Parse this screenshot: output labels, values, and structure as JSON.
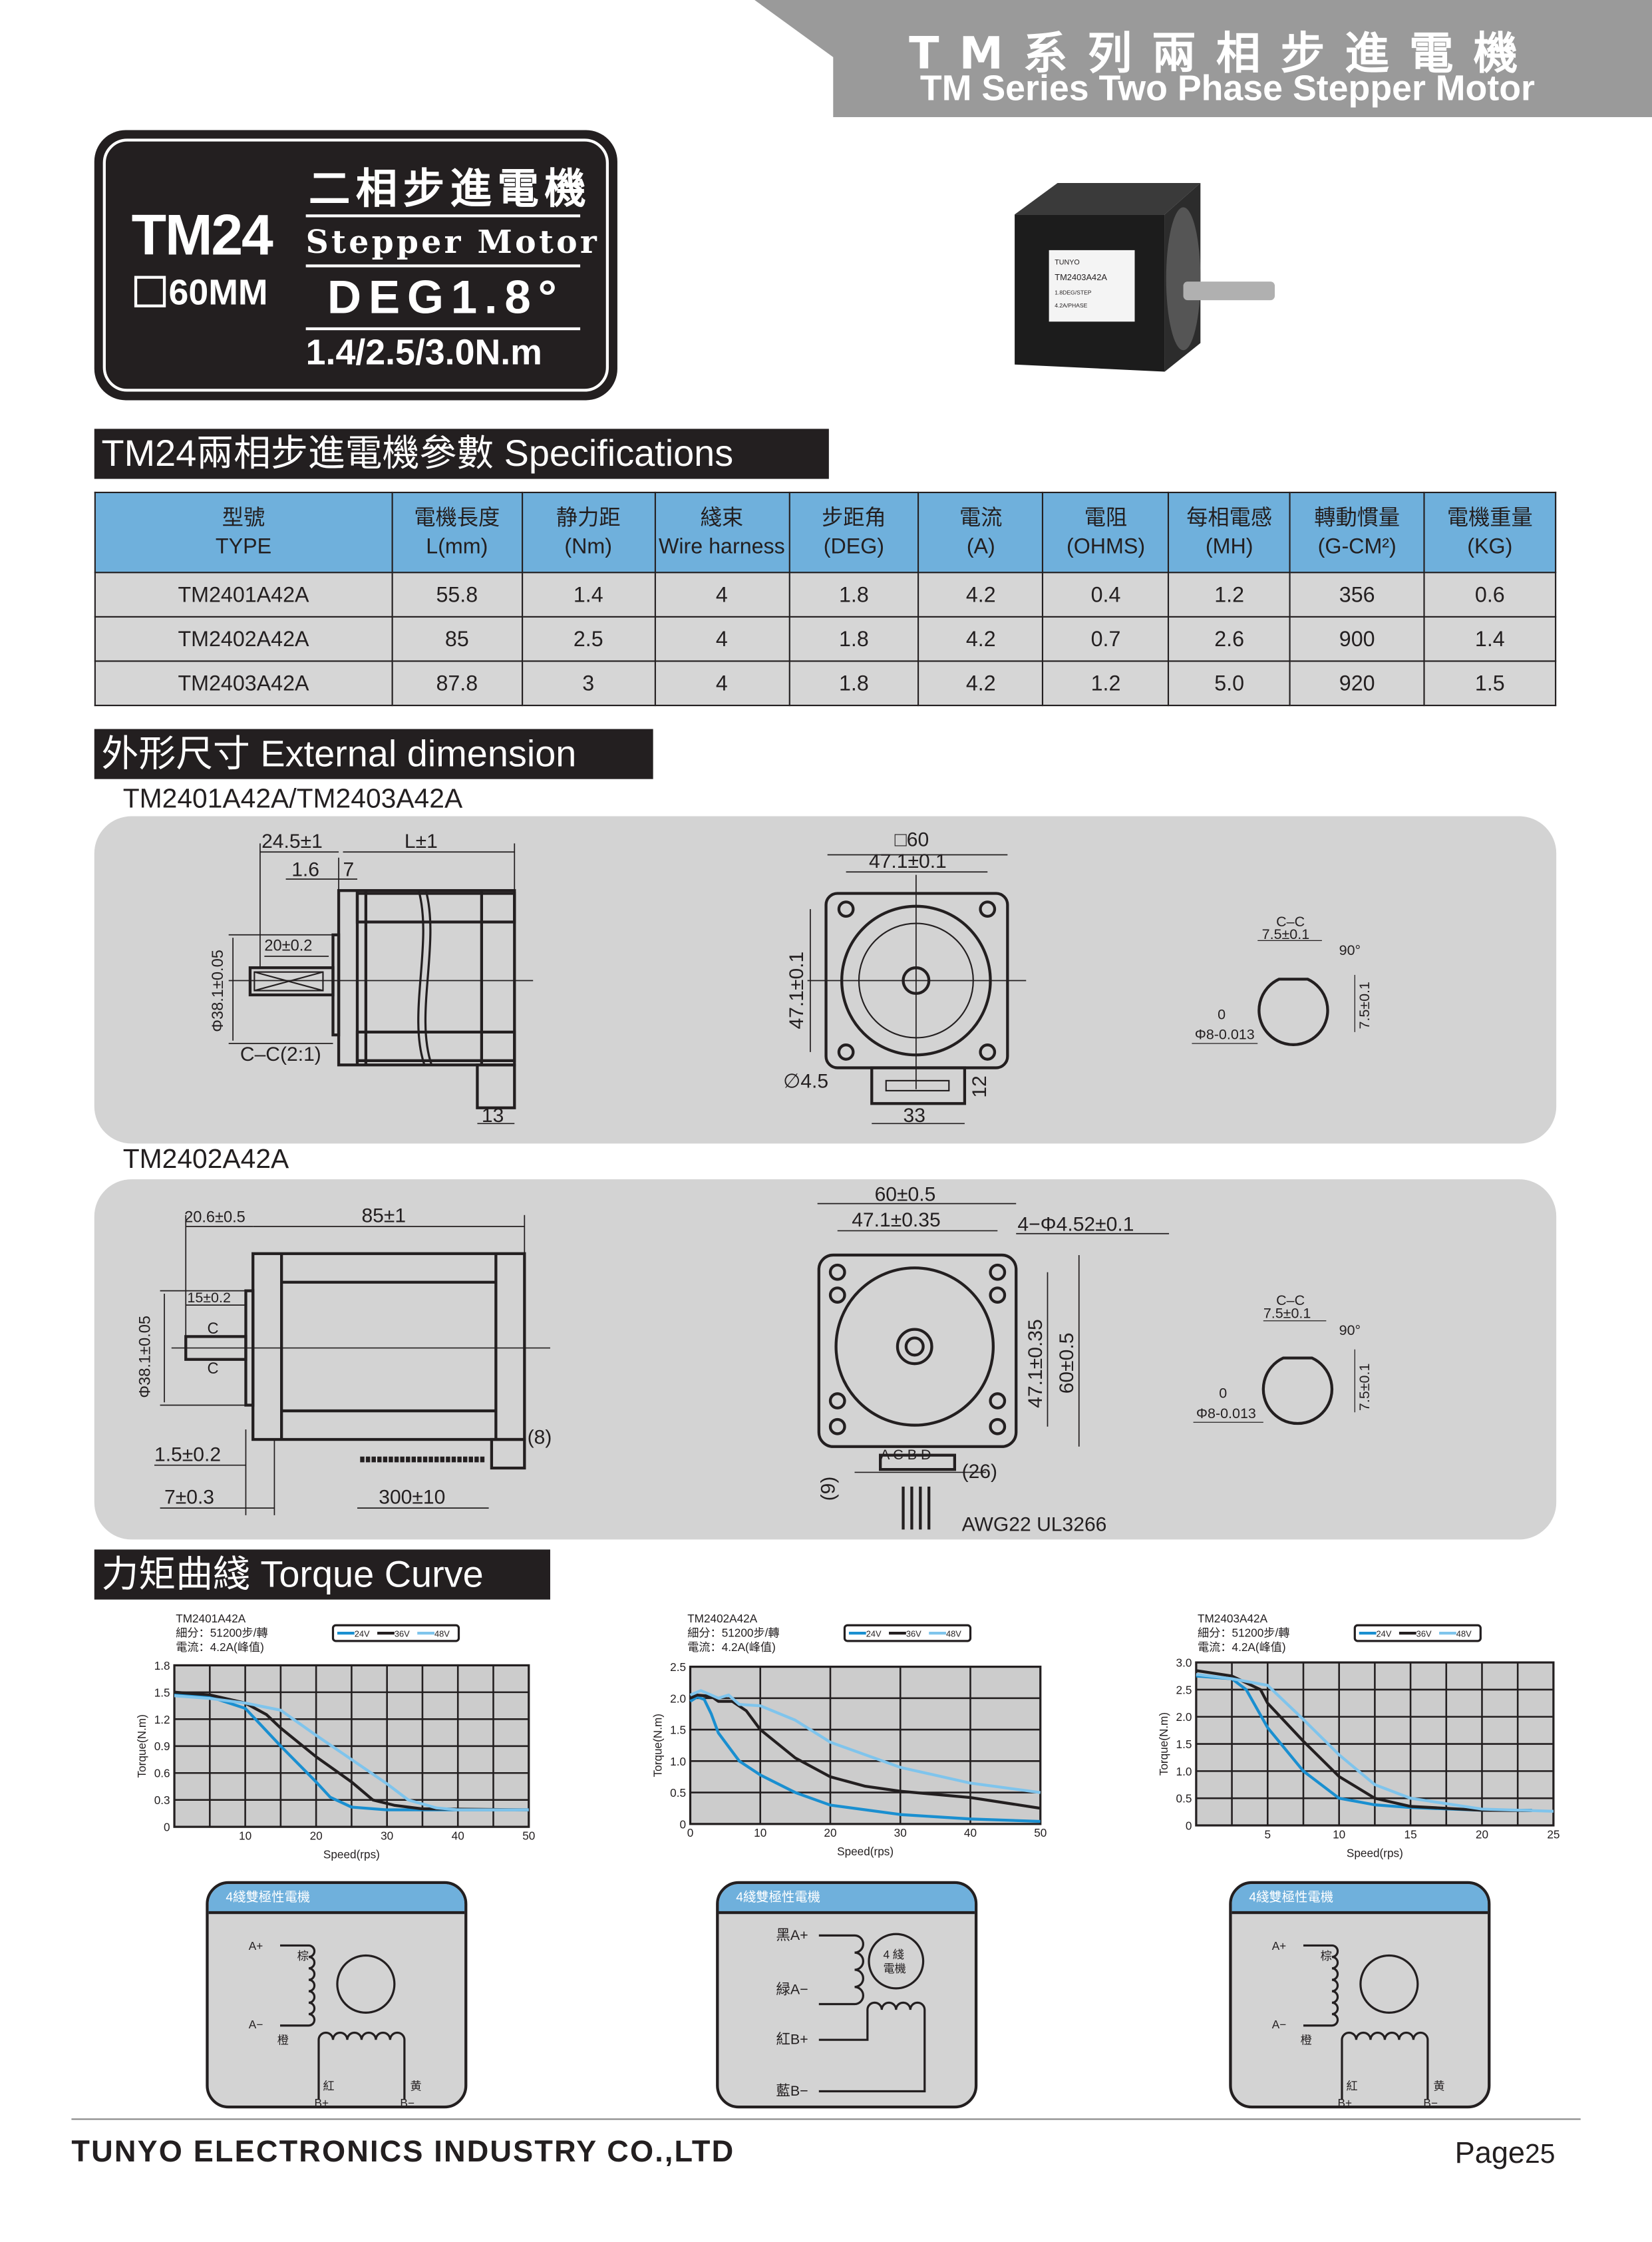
{
  "banner": {
    "title_cn": "TM系列兩相步進電機",
    "title_en": "TM Series Two Phase Stepper Motor"
  },
  "badge": {
    "model": "TM24",
    "size": "60MM",
    "title_cn": "二相步進電機",
    "title_en": "Stepper Motor",
    "deg": "DEG1.8°",
    "torque": "1.4/2.5/3.0N.m"
  },
  "product_label": {
    "brand": "TUNYO",
    "model": "TM2403A42A",
    "step": "1.8DEG/STEP",
    "current": "4.2A/PHASE"
  },
  "specs": {
    "title": "TM24兩相步進電機參數 Specifications",
    "headers": [
      [
        "型號",
        "TYPE"
      ],
      [
        "電機長度",
        "L(mm)"
      ],
      [
        "静力距",
        "(Nm)"
      ],
      [
        "綫束",
        "Wire harness"
      ],
      [
        "步距角",
        "(DEG)"
      ],
      [
        "電流",
        "(A)"
      ],
      [
        "電阻",
        "(OHMS)"
      ],
      [
        "每相電感",
        "(MH)"
      ],
      [
        "轉動慣量",
        "(G-CM²)"
      ],
      [
        "電機重量",
        "(KG)"
      ]
    ],
    "rows": [
      [
        "TM2401A42A",
        "55.8",
        "1.4",
        "4",
        "1.8",
        "4.2",
        "0.4",
        "1.2",
        "356",
        "0.6"
      ],
      [
        "TM2402A42A",
        "85",
        "2.5",
        "4",
        "1.8",
        "4.2",
        "0.7",
        "2.6",
        "900",
        "1.4"
      ],
      [
        "TM2403A42A",
        "87.8",
        "3",
        "4",
        "1.8",
        "4.2",
        "1.2",
        "5.0",
        "920",
        "1.5"
      ]
    ]
  },
  "dimension": {
    "title": "外形尺寸 External dimension",
    "d1": {
      "label": "TM2401A42A/TM2403A42A",
      "shaft_len": "24.5±1",
      "body_len": "L±1",
      "flange": "1.6",
      "step": "7",
      "key": "20±0.2",
      "pilot": "Φ38.1±0.05",
      "section": "C–C(2:1)",
      "conn": "13",
      "square": "□60",
      "pitch": "47.1±0.1",
      "pitch_v": "47.1±0.1",
      "hole": "∅4.5",
      "conn_w": "33",
      "conn_h": "12",
      "cc": "C–C",
      "flat": "7.5±0.1",
      "angle": "90°",
      "tol_top": "0",
      "tol": "Φ8-0.013",
      "flat_v": "7.5±0.1"
    },
    "d2": {
      "label": "TM2402A42A",
      "shaft_len": "20.6±0.5",
      "body_len": "85±1",
      "key": "15±0.2",
      "c1": "C",
      "c2": "C",
      "pilot": "Φ38.1±0.05",
      "flange": "1.5±0.2",
      "boss": "7±0.3",
      "lead": "300±10",
      "conn_h": "(8)",
      "square": "60±0.5",
      "pitch": "47.1±0.35",
      "holes": "4−Φ4.52±0.1",
      "pitch_v": "47.1±0.35",
      "square_v": "60±0.5",
      "pin_h": "(9)",
      "pins": "A C B D",
      "pin_w": "(26)",
      "wire": "AWG22  UL3266",
      "cc": "C–C",
      "flat": "7.5±0.1",
      "angle": "90°",
      "tol_top": "0",
      "tol": "Φ8-0.013",
      "flat_v": "7.5±0.1"
    }
  },
  "torque": {
    "title": "力矩曲綫 Torque Curve"
  },
  "chart_data": [
    {
      "type": "line",
      "model": "TM2401A42A",
      "subdiv": "細分：51200步/轉",
      "current": "電流：4.2A(峰值)",
      "xlabel": "Speed(rps)",
      "ylabel": "Torque(N.m)",
      "xlim": [
        0,
        50
      ],
      "ylim": [
        0,
        1.8
      ],
      "xgrid": 5,
      "ygrid": 0.3,
      "xticks": [
        10,
        20,
        30,
        40,
        50
      ],
      "yticks": [
        "0",
        "0.3",
        "0.6",
        "0.9",
        "1.2",
        "1.5",
        "1.8"
      ],
      "legend": "top-right",
      "series": [
        {
          "name": "24V",
          "color": "#1a8fd0",
          "points": [
            [
              0,
              1.47
            ],
            [
              5,
              1.45
            ],
            [
              10,
              1.32
            ],
            [
              15,
              0.9
            ],
            [
              20,
              0.5
            ],
            [
              22,
              0.33
            ],
            [
              25,
              0.22
            ],
            [
              30,
              0.19
            ],
            [
              50,
              0.19
            ]
          ]
        },
        {
          "name": "36V",
          "color": "#231f20",
          "points": [
            [
              0,
              1.5
            ],
            [
              5,
              1.47
            ],
            [
              10,
              1.38
            ],
            [
              13,
              1.25
            ],
            [
              15,
              1.1
            ],
            [
              20,
              0.78
            ],
            [
              25,
              0.5
            ],
            [
              28,
              0.3
            ],
            [
              31,
              0.24
            ],
            [
              35,
              0.2
            ],
            [
              50,
              0.19
            ]
          ]
        },
        {
          "name": "48V",
          "color": "#7fc4ec",
          "points": [
            [
              0,
              1.46
            ],
            [
              5,
              1.43
            ],
            [
              10,
              1.38
            ],
            [
              15,
              1.3
            ],
            [
              20,
              1.02
            ],
            [
              25,
              0.75
            ],
            [
              30,
              0.48
            ],
            [
              33,
              0.3
            ],
            [
              37,
              0.21
            ],
            [
              40,
              0.19
            ],
            [
              50,
              0.19
            ]
          ]
        }
      ]
    },
    {
      "type": "line",
      "model": "TM2402A42A",
      "subdiv": "細分：51200步/轉",
      "current": "電流：4.2A(峰值)",
      "xlabel": "Speed(rps)",
      "ylabel": "Torque(N.m)",
      "xlim": [
        0,
        50
      ],
      "ylim": [
        0,
        2.5
      ],
      "xgrid": 10,
      "ygrid": 0.5,
      "xticks": [
        0,
        10,
        20,
        30,
        40,
        50
      ],
      "yticks": [
        "0",
        "0.5",
        "1.0",
        "1.5",
        "2.0",
        "2.5"
      ],
      "legend": "top-right",
      "series": [
        {
          "name": "24V",
          "color": "#1a8fd0",
          "points": [
            [
              0,
              1.95
            ],
            [
              1,
              2.02
            ],
            [
              2,
              1.98
            ],
            [
              3,
              1.75
            ],
            [
              4,
              1.45
            ],
            [
              7,
              1.0
            ],
            [
              10,
              0.78
            ],
            [
              15,
              0.5
            ],
            [
              20,
              0.3
            ],
            [
              30,
              0.15
            ],
            [
              40,
              0.08
            ],
            [
              50,
              0.04
            ]
          ]
        },
        {
          "name": "36V",
          "color": "#231f20",
          "points": [
            [
              0,
              2.0
            ],
            [
              1,
              2.05
            ],
            [
              3,
              2.03
            ],
            [
              4,
              1.95
            ],
            [
              6,
              1.95
            ],
            [
              8,
              1.8
            ],
            [
              10,
              1.5
            ],
            [
              15,
              1.05
            ],
            [
              20,
              0.75
            ],
            [
              25,
              0.6
            ],
            [
              30,
              0.52
            ],
            [
              40,
              0.42
            ],
            [
              50,
              0.25
            ]
          ]
        },
        {
          "name": "48V",
          "color": "#7fc4ec",
          "points": [
            [
              0,
              2.05
            ],
            [
              1.5,
              2.12
            ],
            [
              3,
              2.05
            ],
            [
              4,
              2.0
            ],
            [
              5.5,
              2.05
            ],
            [
              7,
              1.9
            ],
            [
              10,
              1.88
            ],
            [
              15,
              1.65
            ],
            [
              20,
              1.3
            ],
            [
              30,
              0.9
            ],
            [
              40,
              0.65
            ],
            [
              50,
              0.5
            ]
          ]
        }
      ]
    },
    {
      "type": "line",
      "model": "TM2403A42A",
      "subdiv": "細分：51200步/轉",
      "current": "電流：4.2A(峰值)",
      "xlabel": "Speed(rps)",
      "ylabel": "Torque(N.m)",
      "xlim": [
        0,
        25
      ],
      "ylim": [
        0,
        3.0
      ],
      "xgrid": 2.5,
      "ygrid": 0.5,
      "xticks": [
        5,
        10,
        15,
        20,
        25
      ],
      "yticks": [
        "0",
        "0.5",
        "1.0",
        "1.5",
        "2.0",
        "2.5",
        "3.0"
      ],
      "legend": "top-right",
      "series": [
        {
          "name": "24V",
          "color": "#1a8fd0",
          "points": [
            [
              0,
              2.75
            ],
            [
              2.5,
              2.7
            ],
            [
              3.5,
              2.5
            ],
            [
              5,
              1.8
            ],
            [
              7.5,
              1.0
            ],
            [
              10,
              0.5
            ],
            [
              12.5,
              0.38
            ],
            [
              15,
              0.33
            ],
            [
              20,
              0.28
            ],
            [
              23.5,
              0.28
            ]
          ]
        },
        {
          "name": "36V",
          "color": "#231f20",
          "points": [
            [
              0,
              2.85
            ],
            [
              2.5,
              2.75
            ],
            [
              4.5,
              2.5
            ],
            [
              5,
              2.25
            ],
            [
              7.5,
              1.55
            ],
            [
              10,
              0.9
            ],
            [
              12.5,
              0.5
            ],
            [
              15,
              0.35
            ],
            [
              20,
              0.28
            ],
            [
              23.5,
              0.27
            ]
          ]
        },
        {
          "name": "48V",
          "color": "#7fc4ec",
          "points": [
            [
              0,
              2.78
            ],
            [
              2.5,
              2.7
            ],
            [
              5,
              2.58
            ],
            [
              7.5,
              1.95
            ],
            [
              10,
              1.3
            ],
            [
              12.5,
              0.75
            ],
            [
              15,
              0.5
            ],
            [
              20,
              0.3
            ],
            [
              25,
              0.26
            ]
          ]
        }
      ]
    }
  ],
  "wiring": [
    {
      "title": "4綫雙極性電機",
      "a_plus": "A+",
      "a_minus": "A−",
      "a_plus_color": "棕",
      "a_minus_color": "橙",
      "b_plus": "B+",
      "b_minus": "B−",
      "b_plus_color": "紅",
      "b_minus_color": "黄"
    },
    {
      "title": "4綫雙極性電機",
      "a_plus": "黑A+",
      "a_minus": "緑A−",
      "b_plus": "紅B+",
      "b_minus": "藍B−",
      "motor1": "4 綫",
      "motor2": "電機"
    },
    {
      "title": "4綫雙極性電機",
      "a_plus": "A+",
      "a_minus": "A−",
      "a_plus_color": "棕",
      "a_minus_color": "橙",
      "b_plus": "B+",
      "b_minus": "B−",
      "b_plus_color": "紅",
      "b_minus_color": "黄"
    }
  ],
  "footer": {
    "company": "TUNYO ELECTRONICS INDUSTRY CO.,LTD",
    "page_label": "Page",
    "page_num": "25"
  }
}
